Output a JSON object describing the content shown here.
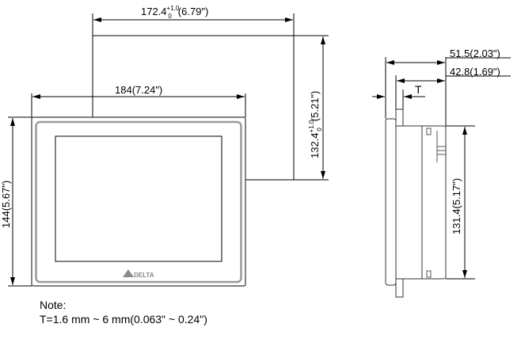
{
  "dimensions": {
    "cutout_width": {
      "value": "172.4",
      "tol_plus": "+1.0",
      "tol_minus": "0",
      "inch": "(6.79\")"
    },
    "cutout_height": {
      "value": "132.4",
      "tol_plus": "+1.0",
      "tol_minus": "0",
      "inch": "(5.21\")"
    },
    "front_width": "184(7.24\")",
    "front_height": "144(5.67\")",
    "depth_total": "51.5(2.03\")",
    "depth_body": "42.8(1.69\")",
    "thickness_label": "T",
    "body_height": "131.4(5.17\")"
  },
  "logo": "DELTA",
  "note": {
    "title": "Note:",
    "text": "T=1.6 mm ~ 6 mm(0.063\" ~ 0.24\")"
  }
}
